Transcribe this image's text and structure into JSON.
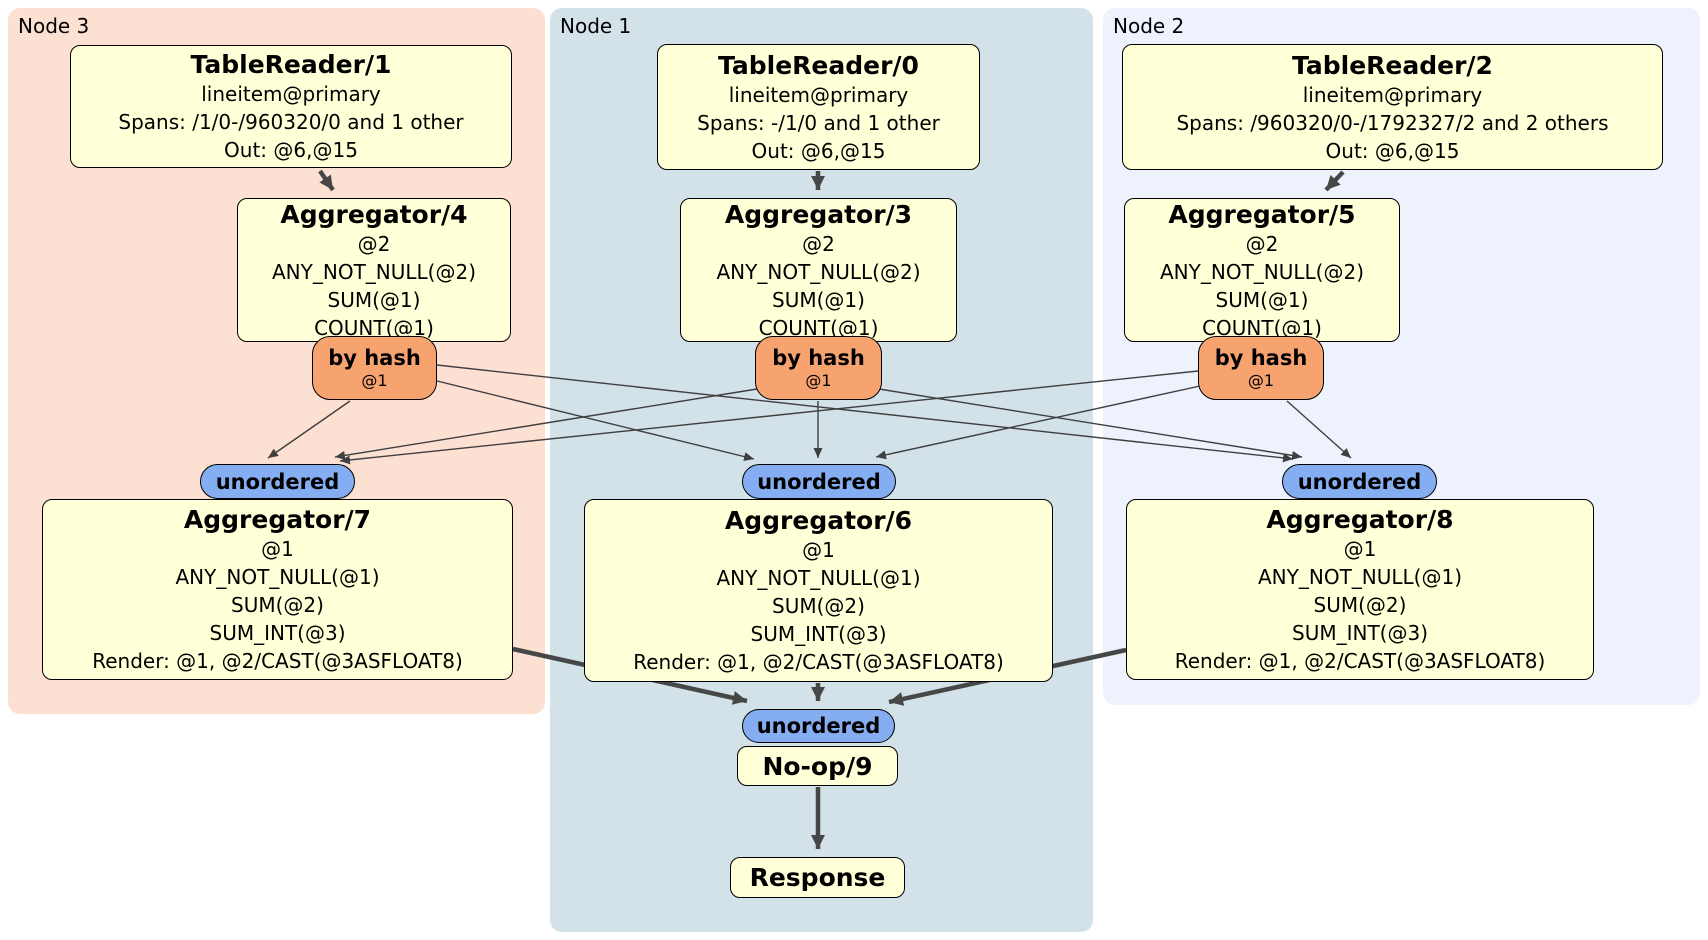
{
  "panels": [
    {
      "label": "Node 3"
    },
    {
      "label": "Node 1"
    },
    {
      "label": "Node 2"
    }
  ],
  "routers": {
    "by_hash_label": "by hash",
    "by_hash_detail": "@1",
    "sync_label": "unordered"
  },
  "boxes": {
    "tr1": {
      "title": "TableReader/1",
      "lines": [
        "lineitem@primary",
        "Spans: /1/0-/960320/0 and 1 other",
        "Out: @6,@15"
      ]
    },
    "tr0": {
      "title": "TableReader/0",
      "lines": [
        "lineitem@primary",
        "Spans: -/1/0 and 1 other",
        "Out: @6,@15"
      ]
    },
    "tr2": {
      "title": "TableReader/2",
      "lines": [
        "lineitem@primary",
        "Spans: /960320/0-/1792327/2 and 2 others",
        "Out: @6,@15"
      ]
    },
    "agg4": {
      "title": "Aggregator/4",
      "lines": [
        "@2",
        "ANY_NOT_NULL(@2)",
        "SUM(@1)",
        "COUNT(@1)"
      ]
    },
    "agg3": {
      "title": "Aggregator/3",
      "lines": [
        "@2",
        "ANY_NOT_NULL(@2)",
        "SUM(@1)",
        "COUNT(@1)"
      ]
    },
    "agg5": {
      "title": "Aggregator/5",
      "lines": [
        "@2",
        "ANY_NOT_NULL(@2)",
        "SUM(@1)",
        "COUNT(@1)"
      ]
    },
    "agg7": {
      "title": "Aggregator/7",
      "lines": [
        "@1",
        "ANY_NOT_NULL(@1)",
        "SUM(@2)",
        "SUM_INT(@3)",
        "Render: @1, @2/CAST(@3ASFLOAT8)"
      ]
    },
    "agg6": {
      "title": "Aggregator/6",
      "lines": [
        "@1",
        "ANY_NOT_NULL(@1)",
        "SUM(@2)",
        "SUM_INT(@3)",
        "Render: @1, @2/CAST(@3ASFLOAT8)"
      ]
    },
    "agg8": {
      "title": "Aggregator/8",
      "lines": [
        "@1",
        "ANY_NOT_NULL(@1)",
        "SUM(@2)",
        "SUM_INT(@3)",
        "Render: @1, @2/CAST(@3ASFLOAT8)"
      ]
    },
    "noop": {
      "title": "No-op/9"
    },
    "response": {
      "title": "Response"
    }
  },
  "edges": [
    {
      "from": "TableReader/1",
      "to": "Aggregator/4"
    },
    {
      "from": "TableReader/0",
      "to": "Aggregator/3"
    },
    {
      "from": "TableReader/2",
      "to": "Aggregator/5"
    },
    {
      "from": "Aggregator/4 by hash",
      "to": "unordered Aggregator/7"
    },
    {
      "from": "Aggregator/4 by hash",
      "to": "unordered Aggregator/6"
    },
    {
      "from": "Aggregator/4 by hash",
      "to": "unordered Aggregator/8"
    },
    {
      "from": "Aggregator/3 by hash",
      "to": "unordered Aggregator/7"
    },
    {
      "from": "Aggregator/3 by hash",
      "to": "unordered Aggregator/6"
    },
    {
      "from": "Aggregator/3 by hash",
      "to": "unordered Aggregator/8"
    },
    {
      "from": "Aggregator/5 by hash",
      "to": "unordered Aggregator/7"
    },
    {
      "from": "Aggregator/5 by hash",
      "to": "unordered Aggregator/6"
    },
    {
      "from": "Aggregator/5 by hash",
      "to": "unordered Aggregator/8"
    },
    {
      "from": "Aggregator/7",
      "to": "unordered No-op/9"
    },
    {
      "from": "Aggregator/6",
      "to": "unordered No-op/9"
    },
    {
      "from": "Aggregator/8",
      "to": "unordered No-op/9"
    },
    {
      "from": "No-op/9",
      "to": "Response"
    }
  ],
  "colors": {
    "panel_node3": "#fce0d2",
    "panel_node1": "#d3e1e9",
    "panel_node2": "#edf2fc",
    "processor_fill": "#ffffd8",
    "router_fill": "#f7a36f",
    "sync_fill": "#85adf2",
    "edge": "#404040"
  }
}
